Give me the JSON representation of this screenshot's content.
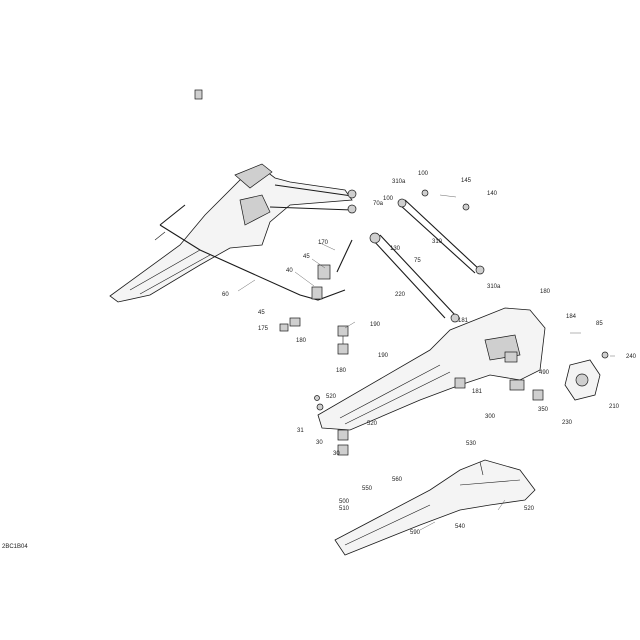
{
  "diagram": {
    "code": "2BC1B04",
    "callouts": [
      {
        "id": "c40",
        "text": "40"
      },
      {
        "id": "c45a",
        "text": "45"
      },
      {
        "id": "c45b",
        "text": "45"
      },
      {
        "id": "c60",
        "text": "60"
      },
      {
        "id": "c170",
        "text": "170"
      },
      {
        "id": "c175",
        "text": "175"
      },
      {
        "id": "c180a",
        "text": "180"
      },
      {
        "id": "c180b",
        "text": "180"
      },
      {
        "id": "c180c",
        "text": "180"
      },
      {
        "id": "c181a",
        "text": "181"
      },
      {
        "id": "c181b",
        "text": "181"
      },
      {
        "id": "c190a",
        "text": "190"
      },
      {
        "id": "c190b",
        "text": "190"
      },
      {
        "id": "c100a",
        "text": "100"
      },
      {
        "id": "c100b",
        "text": "100"
      },
      {
        "id": "c145",
        "text": "145"
      },
      {
        "id": "c140",
        "text": "140"
      },
      {
        "id": "c310a",
        "text": "310a"
      },
      {
        "id": "c310",
        "text": "310"
      },
      {
        "id": "c310b",
        "text": "310a"
      },
      {
        "id": "c70",
        "text": "70a"
      },
      {
        "id": "c75",
        "text": "75"
      },
      {
        "id": "c130",
        "text": "130"
      },
      {
        "id": "c220",
        "text": "220"
      },
      {
        "id": "c184",
        "text": "184"
      },
      {
        "id": "c85",
        "text": "85"
      },
      {
        "id": "c240",
        "text": "240"
      },
      {
        "id": "c210",
        "text": "210"
      },
      {
        "id": "c230",
        "text": "230"
      },
      {
        "id": "c350",
        "text": "350"
      },
      {
        "id": "c300",
        "text": "300"
      },
      {
        "id": "c490",
        "text": "490"
      },
      {
        "id": "c520a",
        "text": "520"
      },
      {
        "id": "c520b",
        "text": "520"
      },
      {
        "id": "c520c",
        "text": "520"
      },
      {
        "id": "c30a",
        "text": "30"
      },
      {
        "id": "c30b",
        "text": "30"
      },
      {
        "id": "c31",
        "text": "31"
      },
      {
        "id": "c530",
        "text": "530"
      },
      {
        "id": "c550",
        "text": "550"
      },
      {
        "id": "c560",
        "text": "560"
      },
      {
        "id": "c540",
        "text": "540"
      },
      {
        "id": "c510",
        "text": "510"
      },
      {
        "id": "c500",
        "text": "500"
      },
      {
        "id": "c590",
        "text": "590"
      }
    ]
  }
}
